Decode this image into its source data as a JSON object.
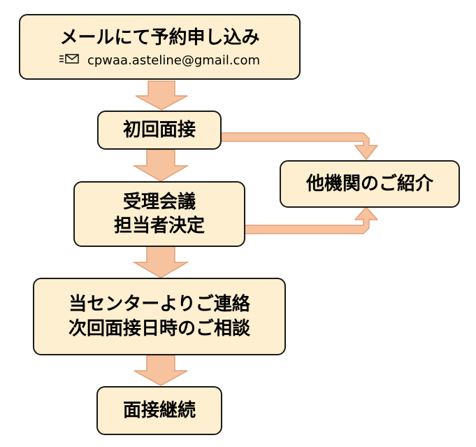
{
  "steps": {
    "apply": {
      "title": "メールにて予約申し込み",
      "email": "cpwaa.asteline@gmail.com"
    },
    "first_interview": {
      "title": "初回面接"
    },
    "intake_meeting": {
      "line1": "受理会議",
      "line2": "担当者決定"
    },
    "contact": {
      "line1": "当センターよりご連絡",
      "line2": "次回面接日時のご相談"
    },
    "continue": {
      "title": "面接継続"
    },
    "referral": {
      "title": "他機関のご紹介"
    }
  },
  "colors": {
    "box_fill": "#fdefcf",
    "arrow_fill": "#f7c29e",
    "arrow_stroke": "#e0a07a",
    "border": "#1a1a1a"
  },
  "icons": {
    "email": "envelope-icon"
  }
}
